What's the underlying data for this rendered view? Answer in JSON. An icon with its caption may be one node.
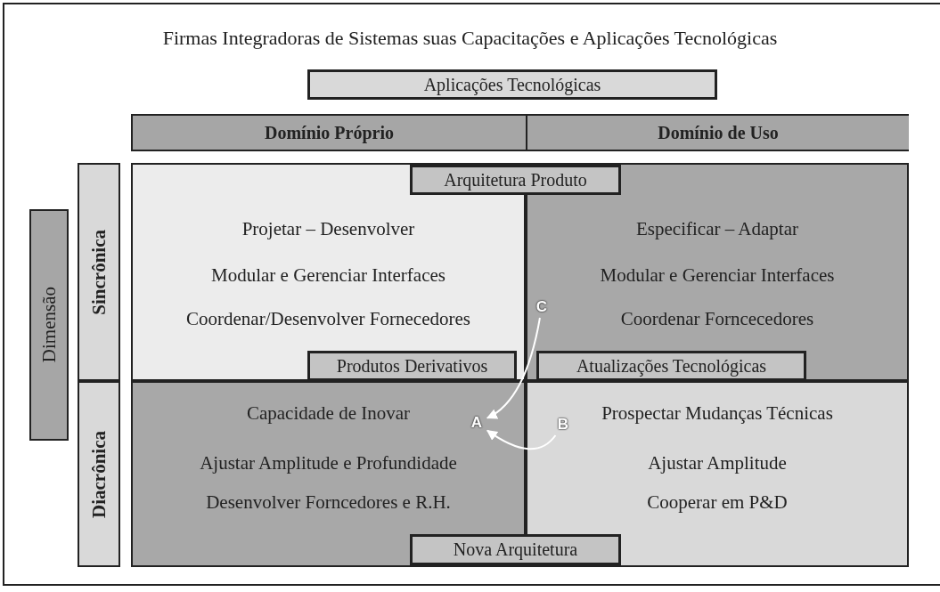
{
  "diagram": {
    "title": "Firmas Integradoras de Sistemas suas Capacitações e Aplicações Tecnológicas",
    "nodes": [
      {
        "text": [
          "Aplicações Tecnológicas"
        ]
      },
      {
        "text": [
          "Domínio Próprio"
        ]
      },
      {
        "text": [
          "Domínio de Uso"
        ]
      },
      {
        "text": [
          "Dimensão"
        ]
      },
      {
        "text": [
          "Sincrônica"
        ]
      },
      {
        "text": [
          "Diacrônica"
        ]
      },
      {
        "text": [
          "Projetar – Desenvolver",
          "Modular e Gerenciar Interfaces",
          "Coordenar/Desenvolver Fornecedores"
        ]
      },
      {
        "text": [
          "Especificar – Adaptar",
          "Modular e Gerenciar Interfaces",
          "Coordenar Forncecedores"
        ]
      },
      {
        "text": [
          "Capacidade de Inovar",
          "Ajustar Amplitude e Profundidade",
          "Desenvolver Forncedores e R.H."
        ]
      },
      {
        "text": [
          "Prospectar Mudanças Técnicas",
          "Ajustar Amplitude",
          "Cooperar em P&D"
        ]
      },
      {
        "text": [
          "Arquitetura Produto"
        ]
      },
      {
        "text": [
          "Produtos Derivativos"
        ],
        "in": 6
      },
      {
        "text": [
          "Atualizações Tecnológicas"
        ],
        "in": 7
      },
      {
        "text": [
          "Nova Arquitetura"
        ]
      },
      {
        "text": [
          "C"
        ],
        "in": 7
      },
      {
        "text": [
          "A"
        ],
        "in": 8
      },
      {
        "text": [
          "B"
        ],
        "in": 9
      }
    ],
    "edges": [
      {
        "from": 14,
        "to": 15,
        "arrow": "to"
      },
      {
        "from": 16,
        "to": 15,
        "arrow": "to"
      }
    ]
  }
}
